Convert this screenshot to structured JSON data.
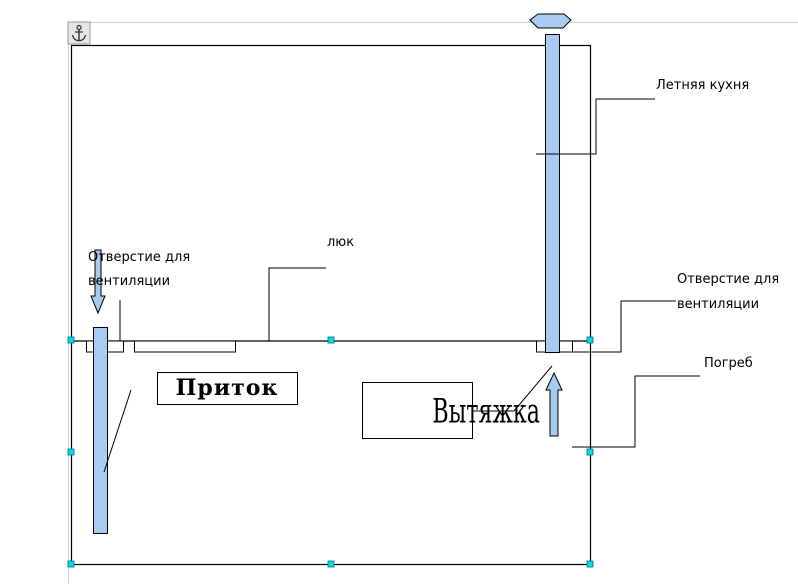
{
  "diagram": {
    "labels": {
      "summer_kitchen": "Летняя кухня",
      "hatch": "люк",
      "vent_left_line1": "Отверстие для",
      "vent_left_line2": "вентиляции",
      "vent_right_line1": "Отверстие для",
      "vent_right_line2": "вентиляции",
      "cellar": "Погреб",
      "inflow": "Приток",
      "exhaust": "Вытяжка"
    },
    "colors": {
      "pipe_fill": "#a9cbf2",
      "outline": "#000000",
      "handle_fill": "#00dfe8",
      "guide": "#c8c8c8"
    },
    "icons": {
      "anchor": "anchor-icon"
    }
  }
}
